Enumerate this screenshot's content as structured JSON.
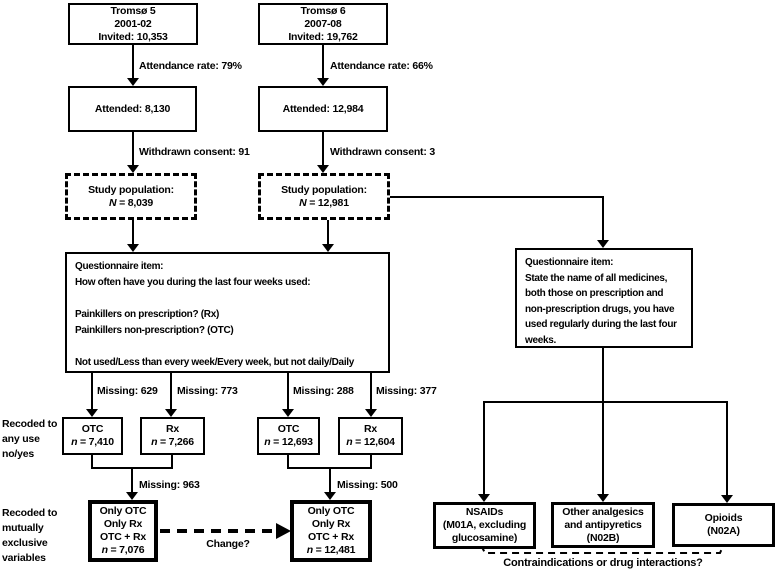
{
  "diagram": {
    "t5": {
      "name": "Tromsø 5",
      "period": "2001-02",
      "invited": "Invited: 10,353",
      "attendance": "Attendance rate: 79%",
      "attended": "Attended: 8,130",
      "withdrawn": "Withdrawn consent: 91",
      "study_label": "Study population:",
      "n_italic": "N",
      "n_value": " = 8,039"
    },
    "t6": {
      "name": "Tromsø 6",
      "period": "2007-08",
      "invited": "Invited: 19,762",
      "attendance": "Attendance rate: 66%",
      "attended": "Attended: 12,984",
      "withdrawn": "Withdrawn consent: 3",
      "study_label": "Study population:",
      "n_italic": "N",
      "n_value": " = 12,981"
    },
    "q_left": {
      "lines": [
        "Questionnaire item:",
        "How often have you during the last four weeks used:",
        "Painkillers on prescription? (Rx)",
        "Painkillers non-prescription? (OTC)",
        "Not used/Less than every week/Every week, but not daily/Daily"
      ]
    },
    "q_right": {
      "heading": "Questionnaire item:",
      "body": "State the name of all medicines, both those on prescription and non-prescription drugs, you have used regularly during the last four weeks."
    },
    "recoded_any_use": {
      "side_label_lines": [
        "Recoded to",
        "any use",
        "no/yes"
      ],
      "t5": {
        "missing_otc": "Missing: 629",
        "missing_rx": "Missing: 773",
        "otc": {
          "label": "OTC",
          "n": "n",
          "value": " = 7,410"
        },
        "rx": {
          "label": "Rx",
          "n": "n",
          "value": " = 7,266"
        }
      },
      "t6": {
        "missing_otc": "Missing: 288",
        "missing_rx": "Missing: 377",
        "otc": {
          "label": "OTC",
          "n": "n",
          "value": " = 12,693"
        },
        "rx": {
          "label": "Rx",
          "n": "n",
          "value": " = 12,604"
        }
      }
    },
    "recoded_exclusive": {
      "side_label_lines": [
        "Recoded to",
        "mutually",
        "exclusive",
        "variables"
      ],
      "t5": {
        "missing": "Missing: 963",
        "lines": [
          "Only OTC",
          "Only Rx",
          "OTC + Rx"
        ],
        "n": "n",
        "value": " = 7,076"
      },
      "t6": {
        "missing": "Missing: 500",
        "lines": [
          "Only OTC",
          "Only Rx",
          "OTC + Rx"
        ],
        "n": "n",
        "value": " = 12,481"
      },
      "change_label": "Change?"
    },
    "drug_groups": {
      "nsaids_lines": [
        "NSAIDs",
        "(M01A, excluding",
        "glucosamine)"
      ],
      "other_lines": [
        "Other analgesics",
        "and antipyretics",
        "(N02B)"
      ],
      "opioids_lines": [
        "Opioids",
        "(N02A)"
      ],
      "question": "Contraindications or drug interactions?"
    }
  }
}
